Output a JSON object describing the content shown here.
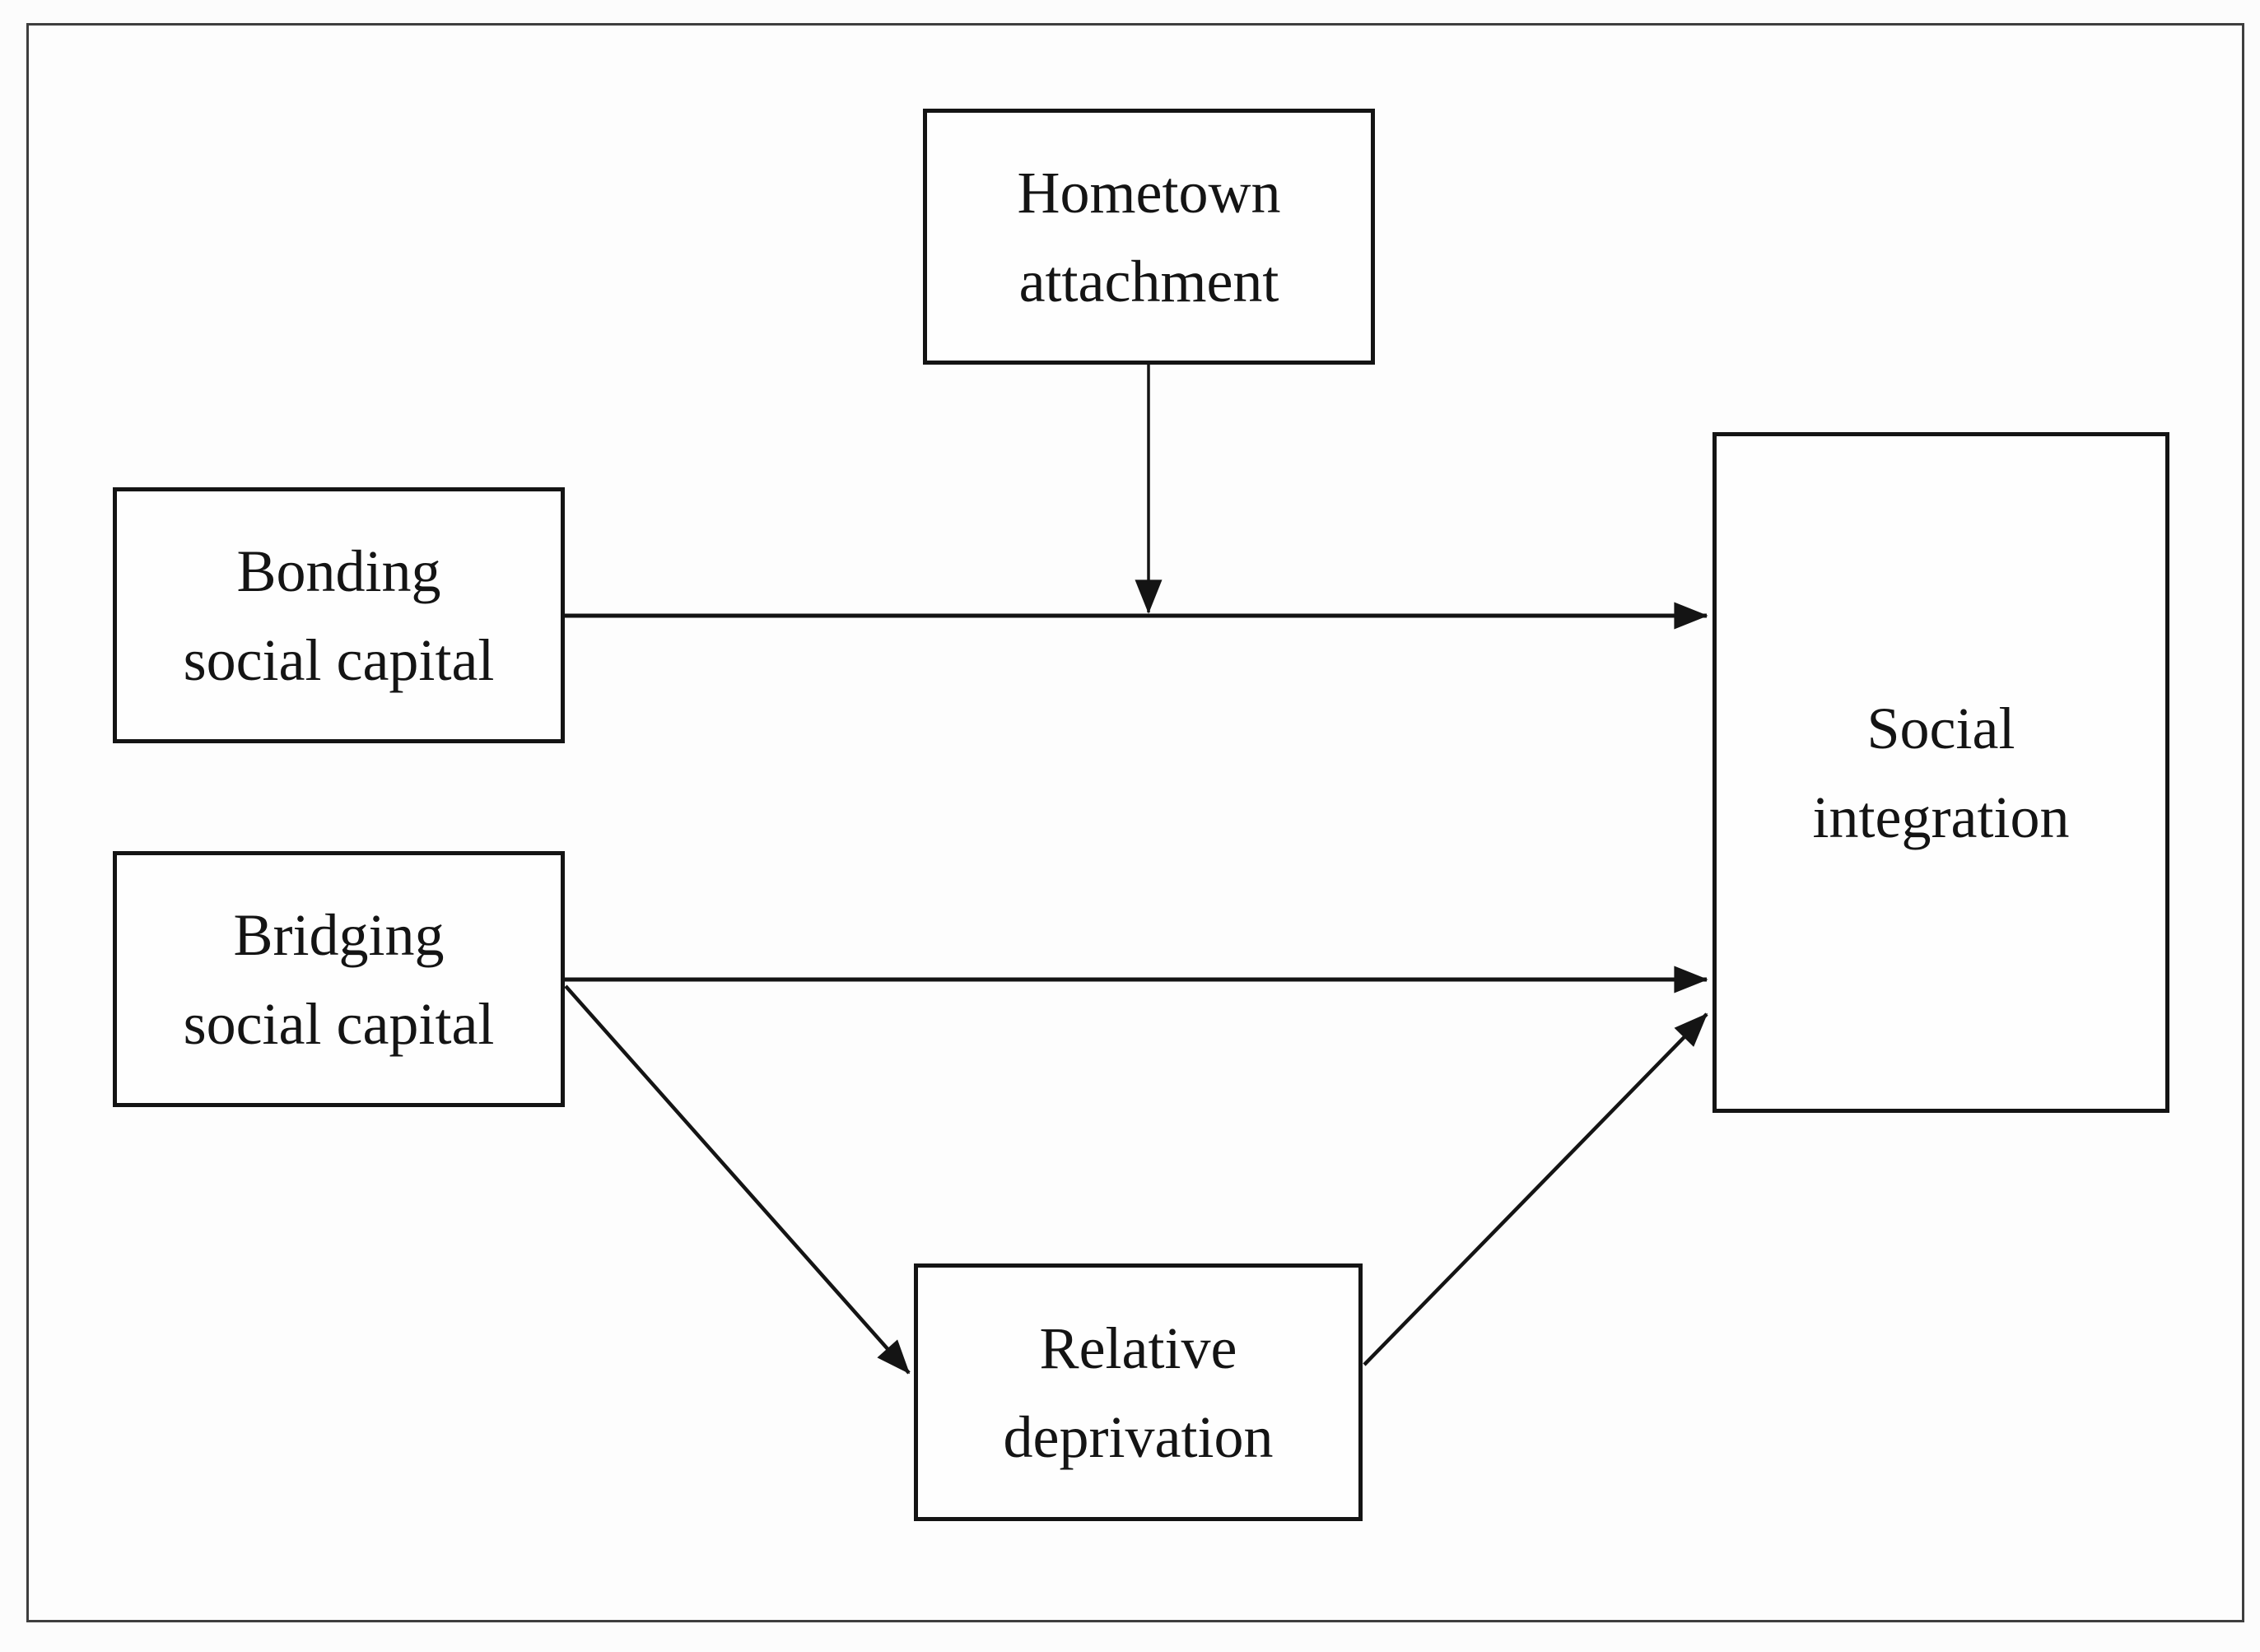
{
  "figure": {
    "type": "conceptual-model-diagram",
    "description": "Path model with boxes and arrows on a white canvas inside a thin gray frame"
  },
  "nodes": {
    "hometown_attachment": {
      "label": "Hometown attachment",
      "lines": [
        "Hometown",
        "attachment"
      ]
    },
    "bonding_social_capital": {
      "label": "Bonding social capital",
      "lines": [
        "Bonding",
        "social capital"
      ]
    },
    "bridging_social_capital": {
      "label": "Bridging social capital",
      "lines": [
        "Bridging",
        "social capital"
      ]
    },
    "relative_deprivation": {
      "label": "Relative deprivation",
      "lines": [
        "Relative",
        "deprivation"
      ]
    },
    "social_integration": {
      "label": "Social integration",
      "lines": [
        "Social",
        "integration"
      ]
    }
  },
  "edges": [
    {
      "from": "Bonding social capital",
      "to": "Social integration",
      "style": "straight-arrow"
    },
    {
      "from": "Hometown attachment",
      "to": "path: Bonding social capital → Social integration",
      "style": "straight-arrow-moderation"
    },
    {
      "from": "Bridging social capital",
      "to": "Social integration",
      "style": "straight-arrow"
    },
    {
      "from": "Bridging social capital",
      "to": "Relative deprivation",
      "style": "diagonal-arrow"
    },
    {
      "from": "Relative deprivation",
      "to": "Social integration",
      "style": "diagonal-arrow"
    }
  ],
  "colors": {
    "line": "#141414",
    "box_border": "#141414",
    "box_fill": "#fefefe",
    "text": "#141414",
    "frame_border": "#3e3e3e",
    "background": "#fcfcfc"
  }
}
